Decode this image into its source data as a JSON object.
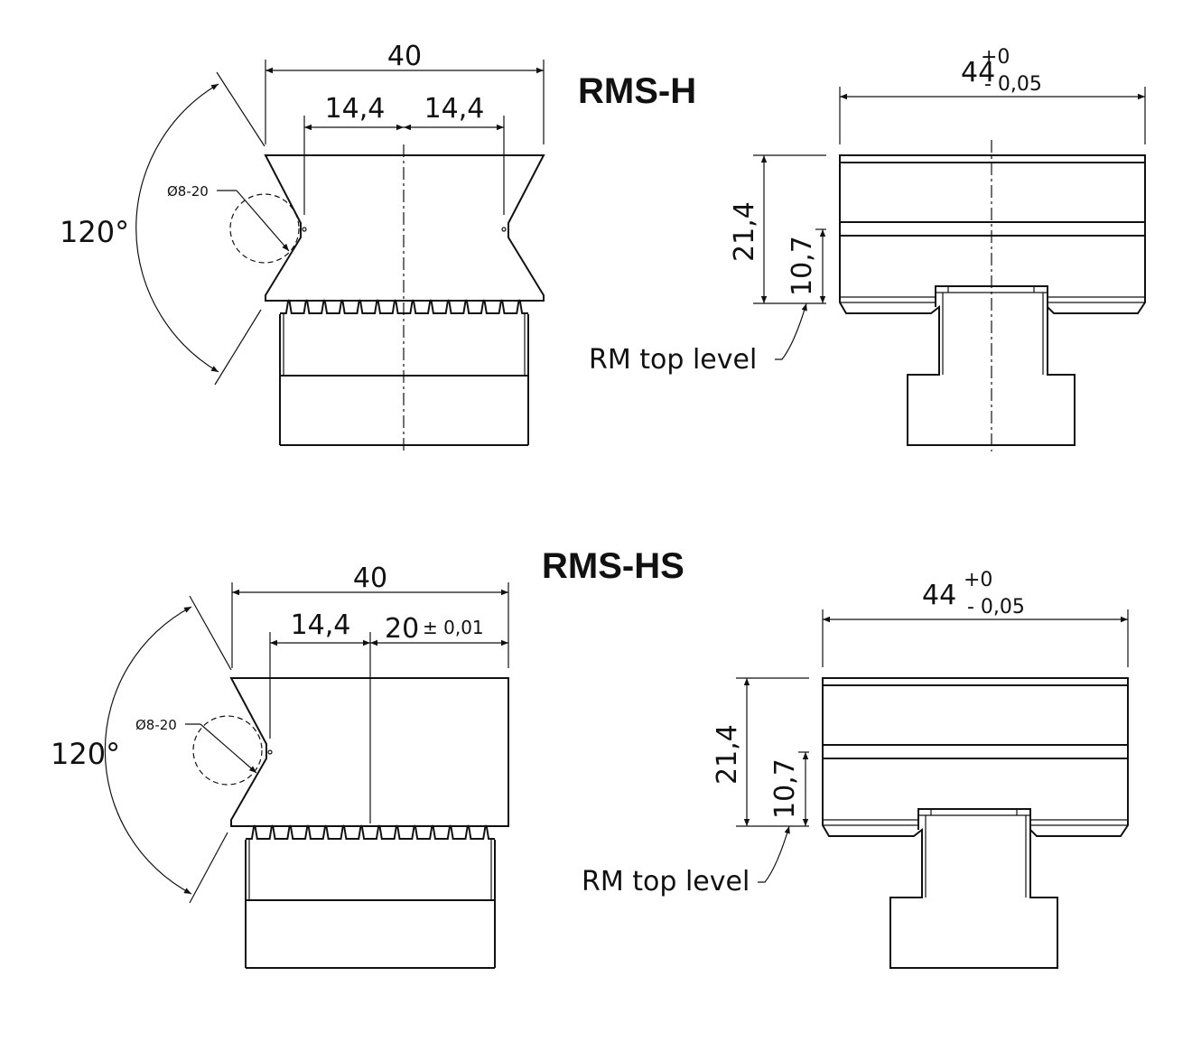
{
  "rms_h": {
    "title": "RMS-H",
    "front": {
      "width": "40",
      "left_offset": "14,4",
      "right_offset": "14,4",
      "angle": "120°",
      "diameter": "Ø8-20"
    },
    "side": {
      "width": "44",
      "tol_upper": "+0",
      "tol_lower": "- 0,05",
      "height": "21,4",
      "half_height": "10,7",
      "note": "RM top level"
    }
  },
  "rms_hs": {
    "title": "RMS-HS",
    "front": {
      "width": "40",
      "left_offset": "14,4",
      "right_offset": "20",
      "right_tol": "± 0,01",
      "angle": "120°",
      "diameter": "Ø8-20"
    },
    "side": {
      "width": "44",
      "tol_upper": "+0",
      "tol_lower": "- 0,05",
      "height": "21,4",
      "half_height": "10,7",
      "note": "RM top level"
    }
  }
}
